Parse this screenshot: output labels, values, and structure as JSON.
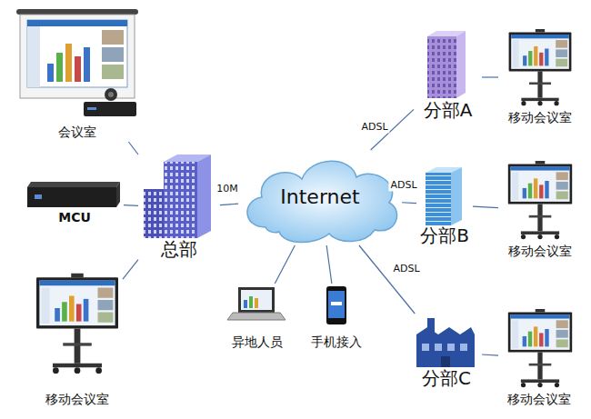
{
  "diagram": {
    "nodes": [
      {
        "text": [
          "会议室"
        ]
      },
      {
        "text": [
          "MCU"
        ]
      },
      {
        "text": [
          "总部"
        ]
      },
      {
        "text": [
          "移动会议室"
        ]
      },
      {
        "text": [
          "Internet"
        ]
      },
      {
        "text": [
          "异地人员"
        ]
      },
      {
        "text": [
          "手机接入"
        ]
      },
      {
        "text": [
          "分部A"
        ]
      },
      {
        "text": [
          "分部B"
        ]
      },
      {
        "text": [
          "分部C"
        ]
      },
      {
        "text": [
          "移动会议室"
        ]
      },
      {
        "text": [
          "移动会议室"
        ]
      },
      {
        "text": [
          "移动会议室"
        ]
      }
    ],
    "edges": [
      {
        "from": 0,
        "to": 2,
        "arrow": "none"
      },
      {
        "from": 1,
        "to": 2,
        "arrow": "none"
      },
      {
        "from": 3,
        "to": 2,
        "arrow": "none"
      },
      {
        "from": 2,
        "to": 4,
        "label": "10M",
        "arrow": "none"
      },
      {
        "from": 4,
        "to": 7,
        "label": "ADSL",
        "arrow": "none"
      },
      {
        "from": 4,
        "to": 8,
        "label": "ADSL",
        "arrow": "none"
      },
      {
        "from": 4,
        "to": 9,
        "label": "ADSL",
        "arrow": "none"
      },
      {
        "from": 4,
        "to": 5,
        "arrow": "none"
      },
      {
        "from": 4,
        "to": 6,
        "arrow": "none"
      },
      {
        "from": 7,
        "to": 10,
        "arrow": "none"
      },
      {
        "from": 8,
        "to": 11,
        "arrow": "none"
      },
      {
        "from": 9,
        "to": 12,
        "arrow": "none"
      }
    ]
  }
}
